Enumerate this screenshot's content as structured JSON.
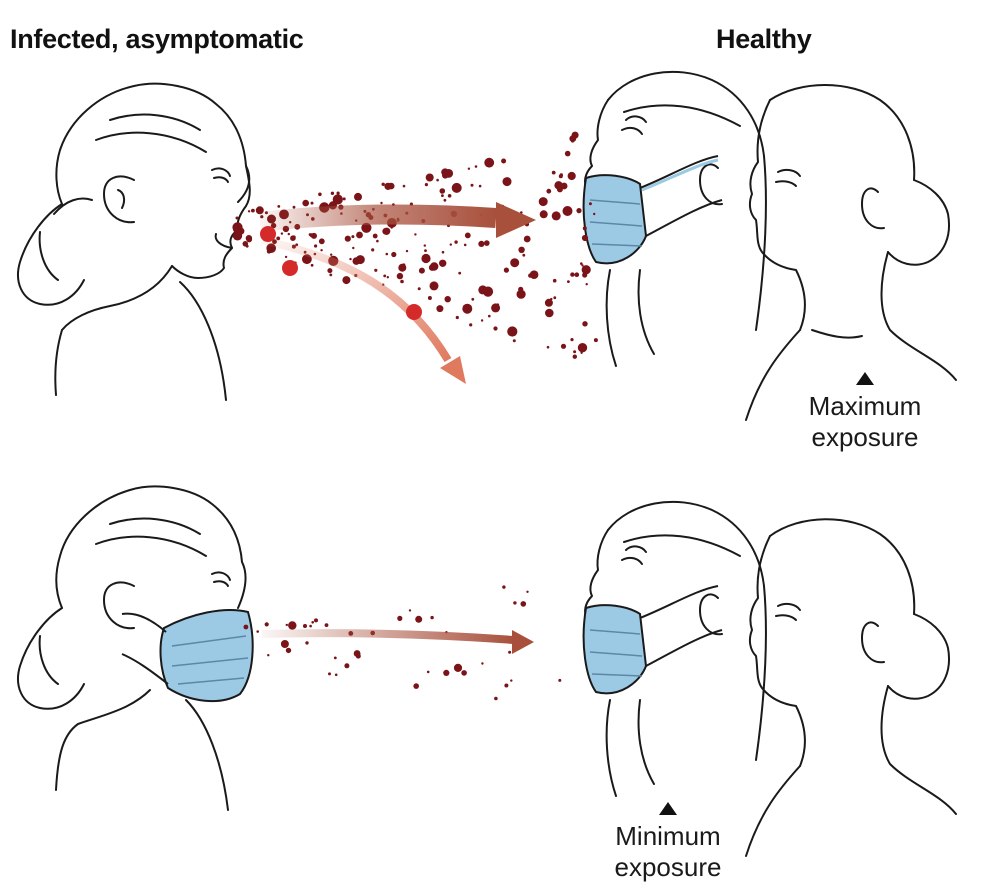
{
  "headers": {
    "infected": "Infected, asymptomatic",
    "healthy": "Healthy"
  },
  "panels": [
    {
      "id": "top",
      "infected_masked": false,
      "healthy_front_masked": true,
      "healthy_back_masked": false,
      "exposure_label_line1": "Maximum",
      "exposure_label_line2": "exposure"
    },
    {
      "id": "bottom",
      "infected_masked": true,
      "healthy_front_masked": true,
      "healthy_back_masked": false,
      "exposure_label_line1": "Minimum",
      "exposure_label_line2": "exposure"
    }
  ],
  "colors": {
    "droplet": "#7a1418",
    "large_droplet": "#d42a2a",
    "arrow_aerosol": "#a8503c",
    "arrow_large": "#e07a5f",
    "mask": "#9cc9e4",
    "line": "#1a1a1a"
  },
  "icons": [
    "person-profile-icon",
    "surgical-mask-icon",
    "droplet-icon",
    "arrow-icon",
    "triangle-marker-icon"
  ]
}
